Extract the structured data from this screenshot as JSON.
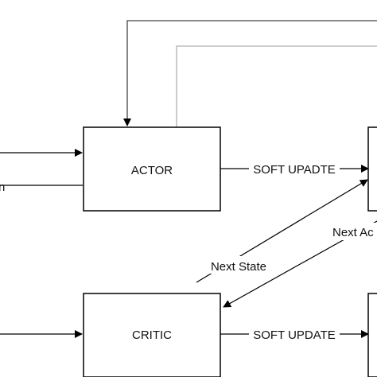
{
  "diagram": {
    "actor_label": "ACTOR",
    "critic_label": "CRITIC",
    "actor_update_label": "SOFT UPADTE",
    "critic_update_label": "SOFT UPDATE",
    "next_state_label": "Next State",
    "next_action_label": "Next Ac",
    "left_cut_label": "n"
  }
}
